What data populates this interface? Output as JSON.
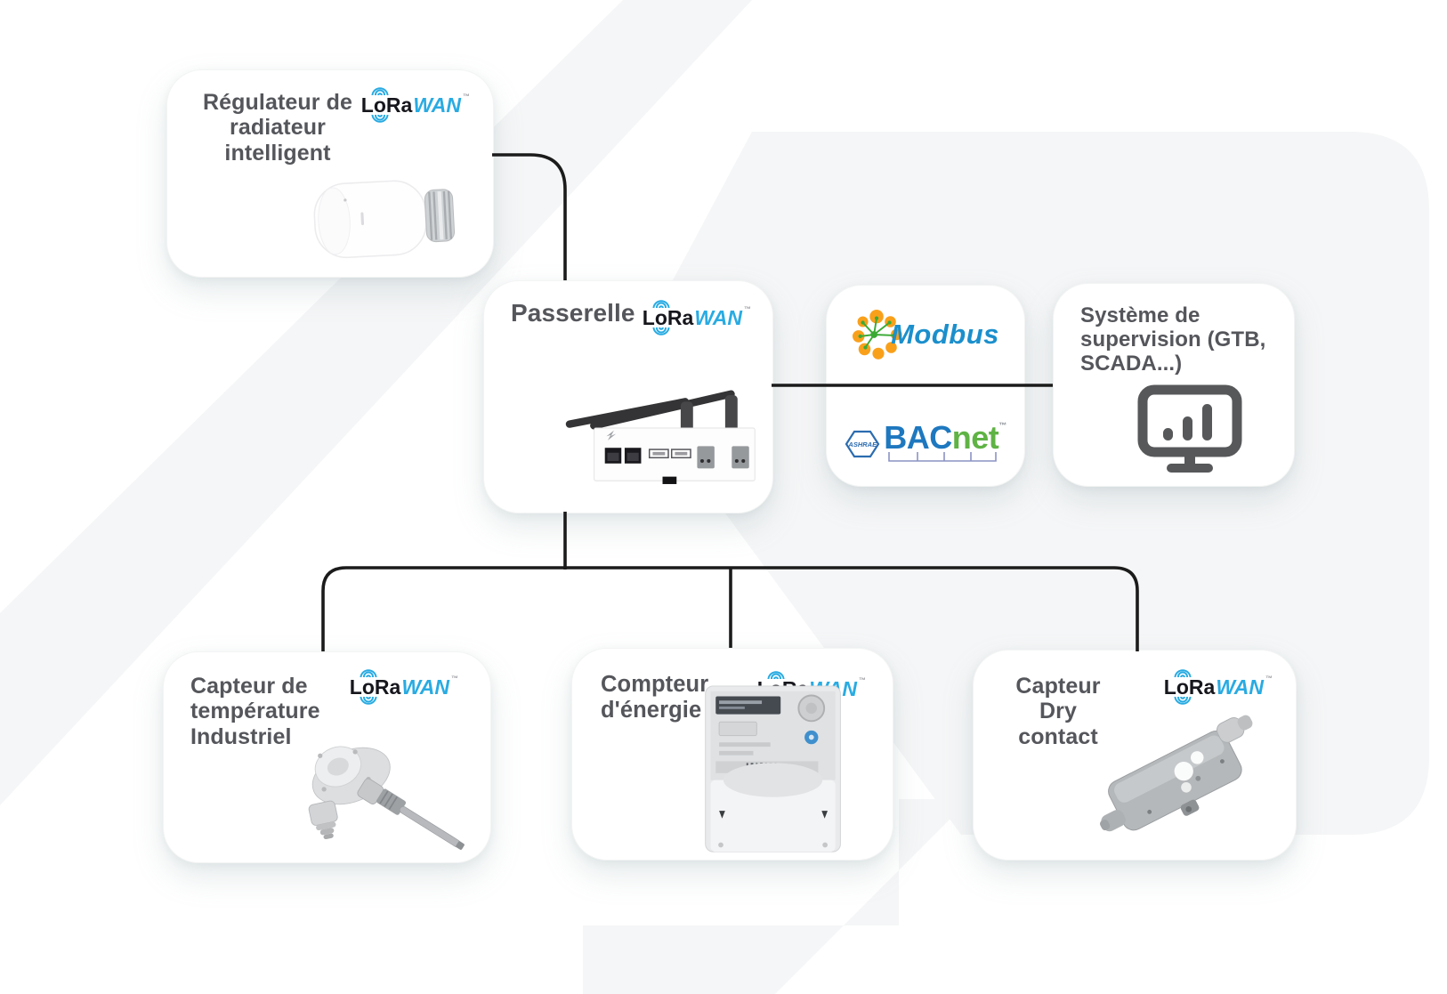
{
  "diagram": {
    "connector_color": "#1b1b1b",
    "background_shape_color": "#f5f6f7",
    "card_background": "#ffffff",
    "title_color": "#55565b"
  },
  "lorawan_logo": {
    "l": "L",
    "o": "o",
    "ra": "Ra",
    "wan": "WAN",
    "tm": "™",
    "dark_color": "#16161d",
    "blue_color": "#29abe2"
  },
  "nodes": {
    "regulateur": {
      "title_lines": [
        "Régulateur de",
        "radiateur",
        "intelligent"
      ],
      "device": "smart-radiator-valve"
    },
    "passerelle": {
      "title": "Passerelle",
      "device": "lorawan-gateway"
    },
    "protocols": {
      "modbus": "Modbus",
      "ashrae": "ASHRAE",
      "bac": "BAC",
      "net": "net",
      "tm": "™"
    },
    "supervision": {
      "title_lines": [
        "Système de",
        "supervision (GTB,",
        "SCADA...)"
      ],
      "device": "monitor-chart"
    },
    "temperature": {
      "title_lines": [
        "Capteur de",
        "température",
        "Industriel"
      ],
      "device": "industrial-temperature-probe"
    },
    "energie": {
      "title_lines": [
        "Compteur",
        "d'énergie"
      ],
      "device": "energy-meter"
    },
    "dry_contact": {
      "title_lines": [
        "Capteur",
        "Dry",
        "contact"
      ],
      "device": "dry-contact-sensor"
    }
  },
  "protocol_colors": {
    "modbus_text": "#1b8fcc",
    "modbus_orange": "#f9a01b",
    "modbus_green": "#3aaa35",
    "bac_blue": "#1e78bf",
    "net_green": "#5fb344",
    "ashrae_blue": "#2b6cb0"
  }
}
